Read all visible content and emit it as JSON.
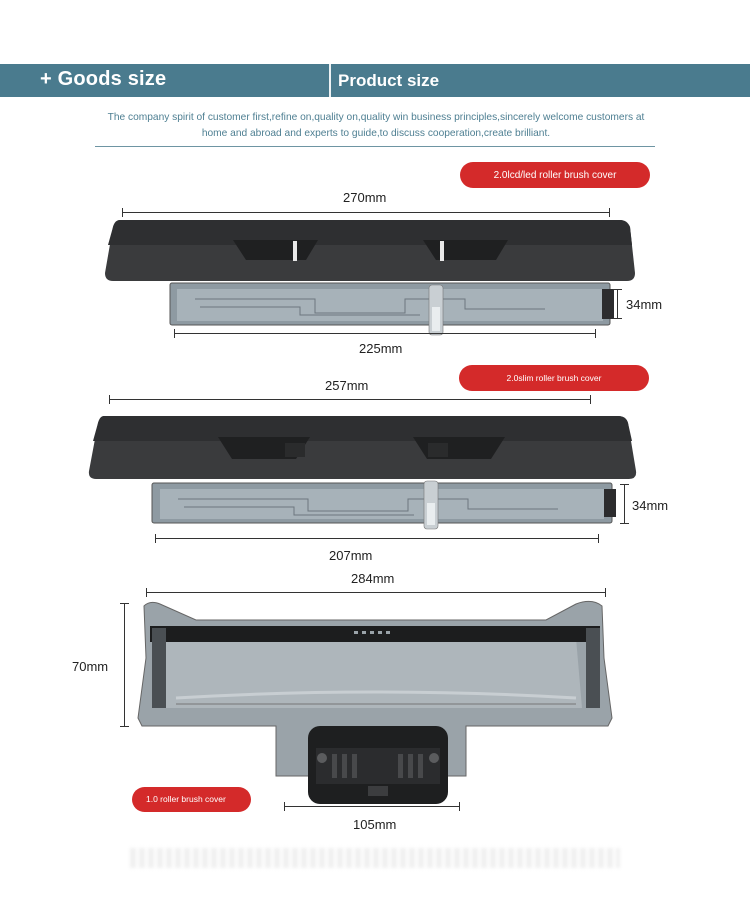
{
  "banner": {
    "left_title": "+ Goods size",
    "right_title": "Product size"
  },
  "intro": {
    "text": "The company spirit of customer first,refine on,quality on,quality win business principles,sincerely welcome customers at home and abroad and experts to guide,to discuss cooperation,create brilliant."
  },
  "products": [
    {
      "tag": "2.0lcd/led roller brush cover",
      "width_top": "270mm",
      "width_bottom": "225mm",
      "height": "34mm"
    },
    {
      "tag": "2.0slim roller brush cover",
      "width_top": "257mm",
      "width_bottom": "207mm",
      "height": "34mm"
    },
    {
      "tag": "1.0 roller brush cover",
      "width_top": "284mm",
      "width_bottom": "105mm",
      "height": "70mm"
    }
  ],
  "colors": {
    "banner": "#4a7b8e",
    "tag": "#d42a2a",
    "product_dark": "#3a3b3d",
    "product_clear": "#8e9aa2"
  }
}
